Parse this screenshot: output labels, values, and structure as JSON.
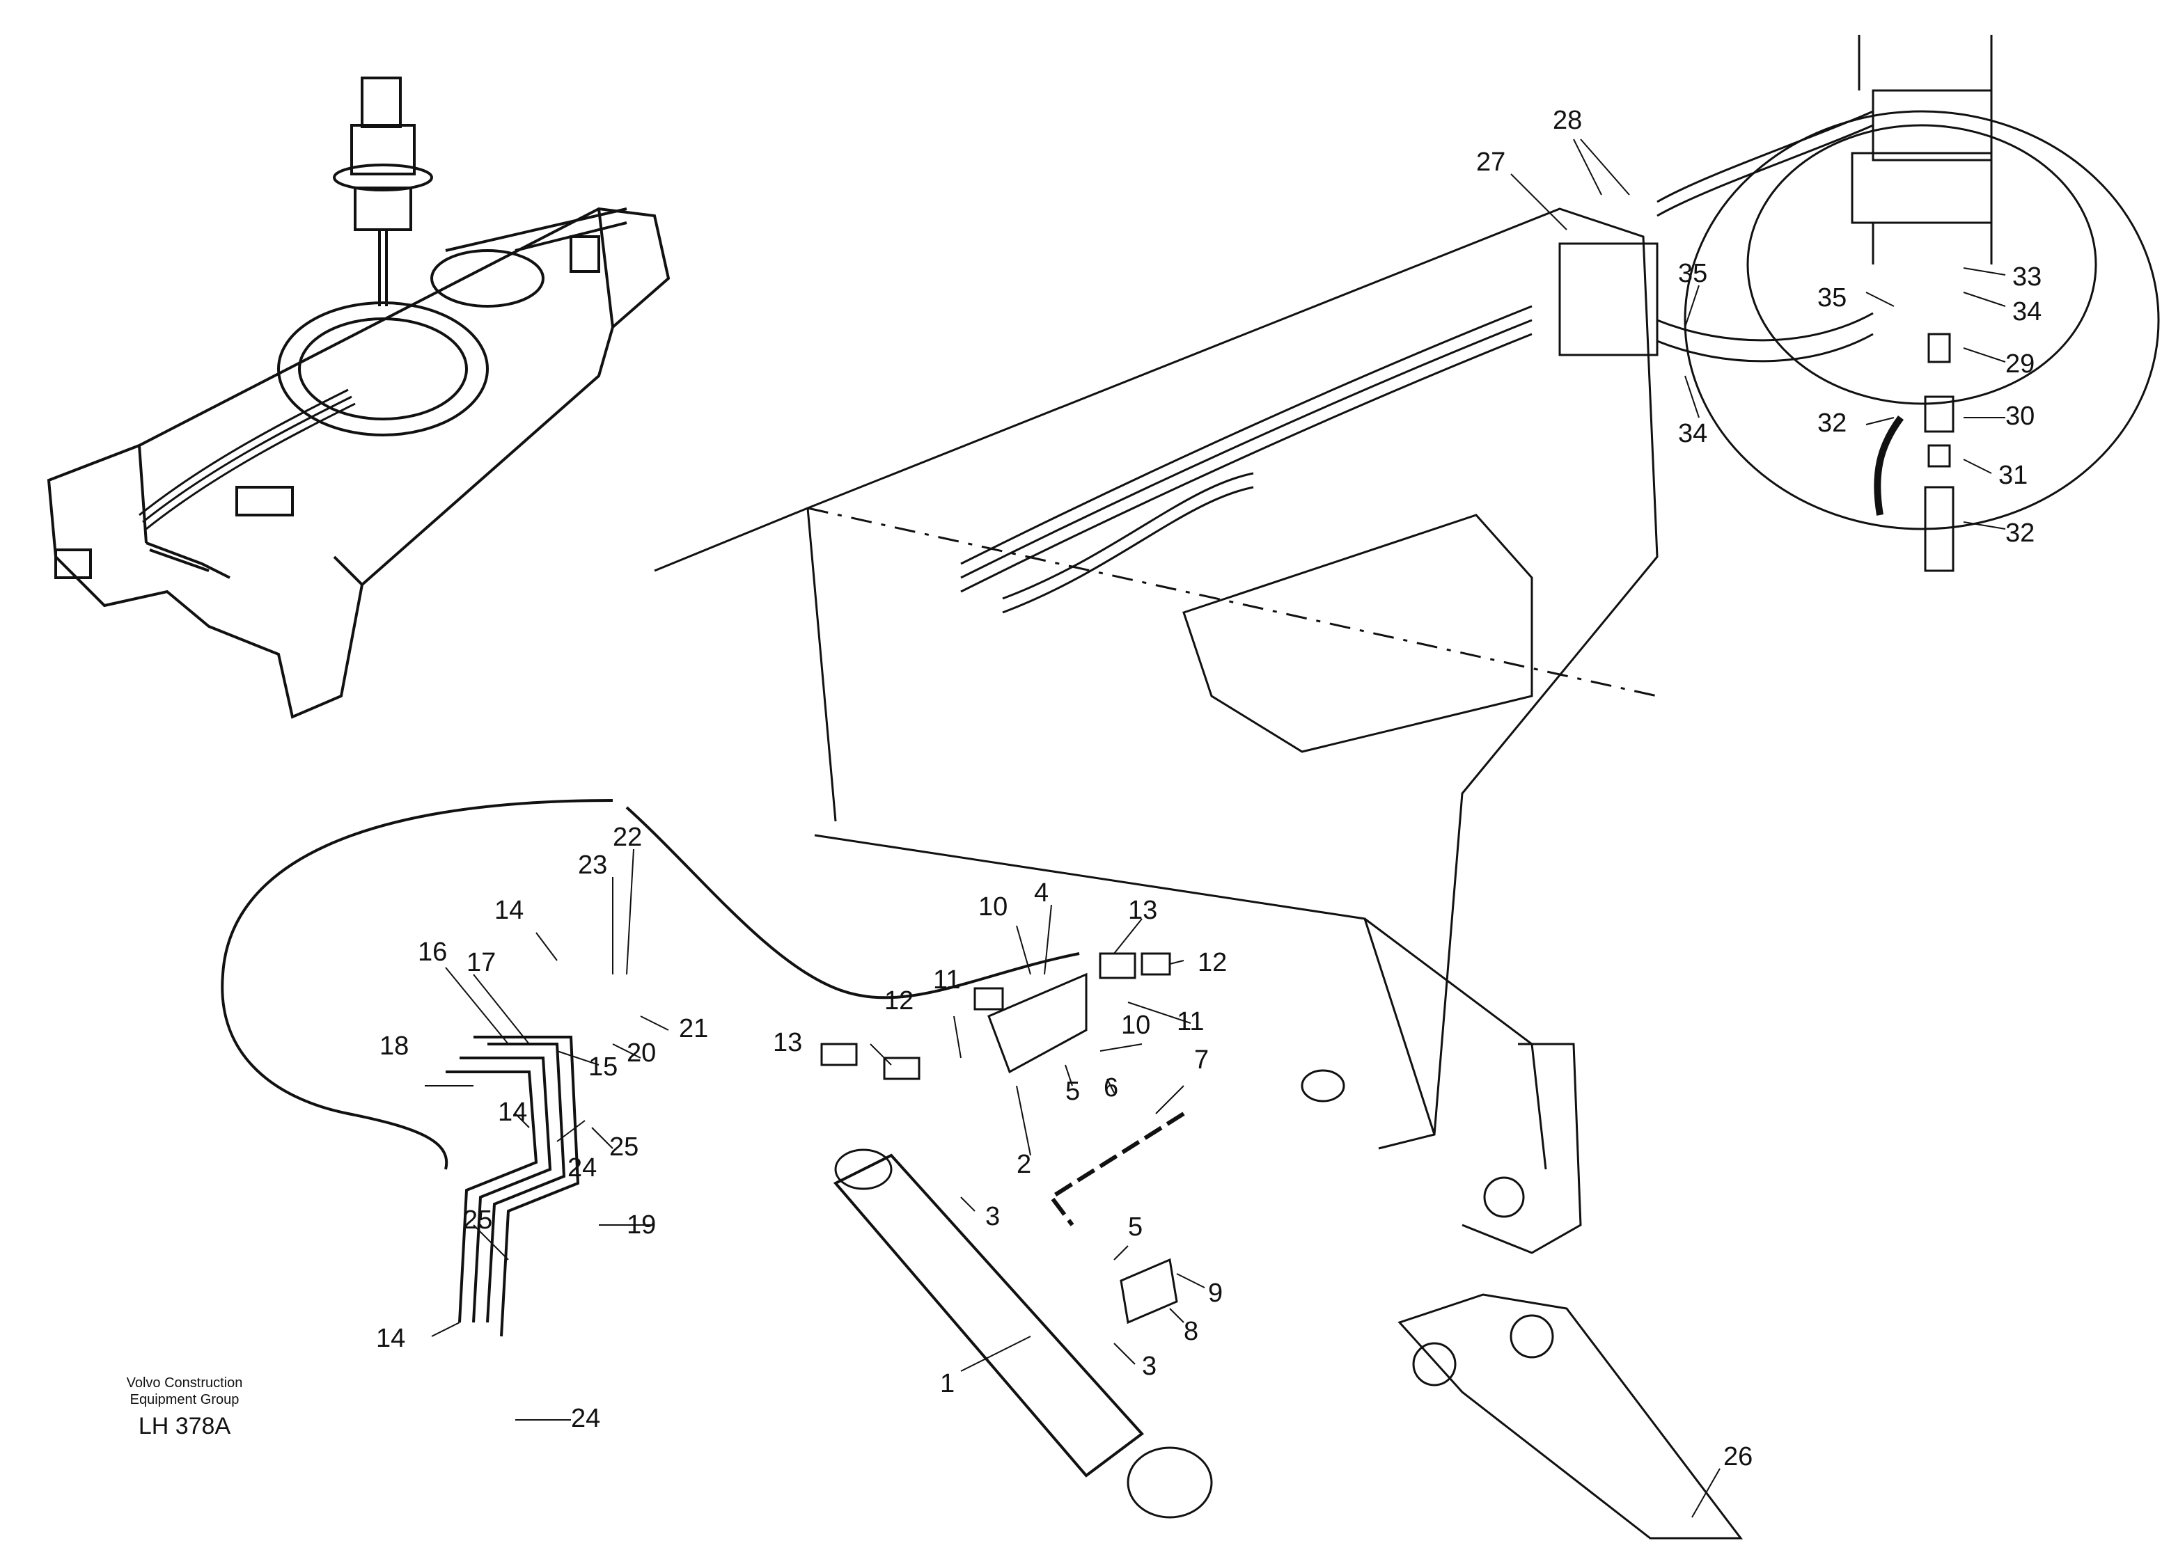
{
  "caption": {
    "company_line1": "Volvo Construction",
    "company_line2": "Equipment Group",
    "drawing_code": "LH 378A"
  },
  "callouts": [
    {
      "id": "c28",
      "label": "28"
    },
    {
      "id": "c27",
      "label": "27"
    },
    {
      "id": "c35a",
      "label": "35"
    },
    {
      "id": "c35b",
      "label": "35"
    },
    {
      "id": "c33",
      "label": "33"
    },
    {
      "id": "c34a",
      "label": "34"
    },
    {
      "id": "c34b",
      "label": "34"
    },
    {
      "id": "c29",
      "label": "29"
    },
    {
      "id": "c30",
      "label": "30"
    },
    {
      "id": "c31",
      "label": "31"
    },
    {
      "id": "c32a",
      "label": "32"
    },
    {
      "id": "c32b",
      "label": "32"
    },
    {
      "id": "c22",
      "label": "22"
    },
    {
      "id": "c23",
      "label": "23"
    },
    {
      "id": "c14a",
      "label": "14"
    },
    {
      "id": "c16",
      "label": "16"
    },
    {
      "id": "c17",
      "label": "17"
    },
    {
      "id": "c21",
      "label": "21"
    },
    {
      "id": "c20",
      "label": "20"
    },
    {
      "id": "c18",
      "label": "18"
    },
    {
      "id": "c15",
      "label": "15"
    },
    {
      "id": "c14b",
      "label": "14"
    },
    {
      "id": "c25a",
      "label": "25"
    },
    {
      "id": "c24a",
      "label": "24"
    },
    {
      "id": "c19",
      "label": "19"
    },
    {
      "id": "c25b",
      "label": "25"
    },
    {
      "id": "c14c",
      "label": "14"
    },
    {
      "id": "c24b",
      "label": "24"
    },
    {
      "id": "c10a",
      "label": "10"
    },
    {
      "id": "c4",
      "label": "4"
    },
    {
      "id": "c13a",
      "label": "13"
    },
    {
      "id": "c12a",
      "label": "12"
    },
    {
      "id": "c11a",
      "label": "11"
    },
    {
      "id": "c12b",
      "label": "12"
    },
    {
      "id": "c13b",
      "label": "13"
    },
    {
      "id": "c11b",
      "label": "11"
    },
    {
      "id": "c10b",
      "label": "10"
    },
    {
      "id": "c7",
      "label": "7"
    },
    {
      "id": "c5a",
      "label": "5"
    },
    {
      "id": "c6",
      "label": "6"
    },
    {
      "id": "c2",
      "label": "2"
    },
    {
      "id": "c3a",
      "label": "3"
    },
    {
      "id": "c5b",
      "label": "5"
    },
    {
      "id": "c9",
      "label": "9"
    },
    {
      "id": "c8",
      "label": "8"
    },
    {
      "id": "c3b",
      "label": "3"
    },
    {
      "id": "c1",
      "label": "1"
    },
    {
      "id": "c26",
      "label": "26"
    }
  ]
}
